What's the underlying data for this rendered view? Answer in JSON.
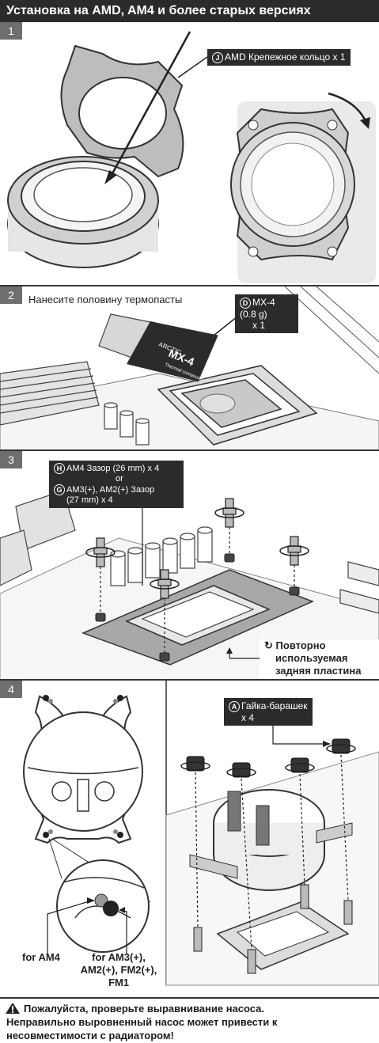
{
  "title": "Установка на AMD, AM4 и более старых версиях",
  "steps": [
    {
      "num": "1",
      "callout_badge": "J",
      "callout_text": "AMD Крепежное кольцо x 1"
    },
    {
      "num": "2",
      "instruction": "Нанесите половину термопасты",
      "callout_badge": "D",
      "callout_line1": "MX-4 (0.8 g)",
      "callout_line2": "x 1",
      "tube_brand": "ARCTIC",
      "tube_name": "MX-4",
      "tube_sub": "Thermal compound"
    },
    {
      "num": "3",
      "badge_h": "H",
      "line1": "AM4 Зазор (26 mm) x 4",
      "line2": "or",
      "badge_g": "G",
      "line3": "AM3(+), AM2(+) Зазор",
      "line4": "(27 mm) x 4",
      "reuse_line1": "Повторно",
      "reuse_line2": "используемая",
      "reuse_line3": "задняя пластина"
    },
    {
      "num": "4",
      "callout_badge": "A",
      "callout_line1": "Гайка-барашек",
      "callout_line2": "x 4",
      "label_am4": "for AM4",
      "label_am3_1": "for AM3(+),",
      "label_am3_2": "AM2(+), FM2(+),",
      "label_am3_3": "FM1"
    }
  ],
  "warning": {
    "line1": "Пожалуйста, проверьте выравнивание насоса.",
    "line2": "Неправильно выровненный насос может привести к",
    "line3": "несовместимости с радиатором!"
  }
}
